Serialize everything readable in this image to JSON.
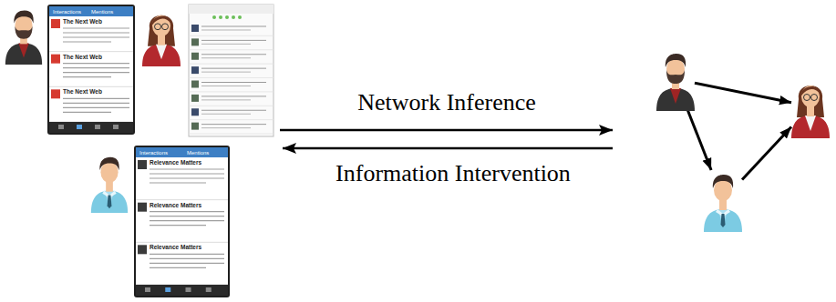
{
  "diagram": {
    "nodes": [
      {
        "text": []
      },
      {
        "text": []
      },
      {
        "text": []
      }
    ],
    "edges": [
      {
        "from": 0,
        "to": 1,
        "arrow": "to"
      },
      {
        "from": 0,
        "to": 2,
        "arrow": "to"
      },
      {
        "from": 2,
        "to": 1,
        "arrow": "to"
      }
    ],
    "labels": [
      "Network Inference",
      "Information Intervention",
      "Interactions",
      "Mentions",
      "The Next Web",
      "The Next Web",
      "The Next Web",
      "Interactions",
      "Mentions",
      "Relevance Matters",
      "Relevance Matters",
      "Relevance Matters"
    ]
  }
}
